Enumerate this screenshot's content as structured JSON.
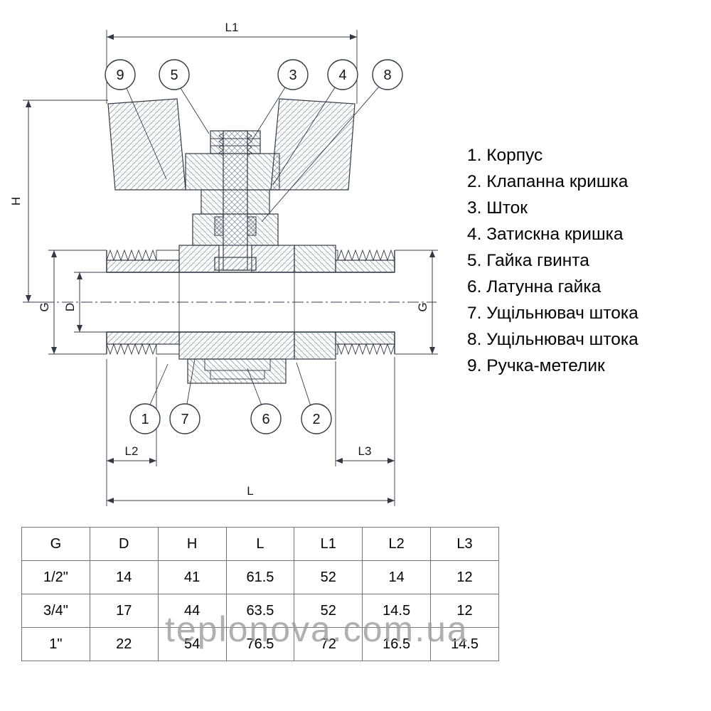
{
  "drawing": {
    "dimension_labels": {
      "l1": "L1",
      "h": "H",
      "g_left": "G",
      "d": "D",
      "g_right": "G",
      "l2": "L2",
      "l3": "L3",
      "l": "L"
    },
    "callouts_top": [
      "9",
      "5",
      "3",
      "4",
      "8"
    ],
    "callouts_bottom": [
      "1",
      "7",
      "6",
      "2"
    ]
  },
  "parts_list": [
    "1. Корпус",
    "2. Клапанна кришка",
    "3. Шток",
    "4. Затискна кришка",
    "5. Гайка гвинта",
    "6. Латунна гайка",
    "7. Ущільнювач штока",
    "8. Ущільнювач штока",
    "9. Ручка-метелик"
  ],
  "table": {
    "headers": [
      "G",
      "D",
      "H",
      "L",
      "L1",
      "L2",
      "L3"
    ],
    "rows": [
      [
        "1/2\"",
        "14",
        "41",
        "61.5",
        "52",
        "14",
        "12"
      ],
      [
        "3/4\"",
        "17",
        "44",
        "63.5",
        "52",
        "14.5",
        "12"
      ],
      [
        "1\"",
        "22",
        "54",
        "76.5",
        "72",
        "16.5",
        "14.5"
      ]
    ]
  },
  "watermark": "teplonova.com.ua",
  "colors": {
    "line": "#333a44",
    "hatch": "#8a97a6",
    "watermark": "#9d9d9d"
  }
}
